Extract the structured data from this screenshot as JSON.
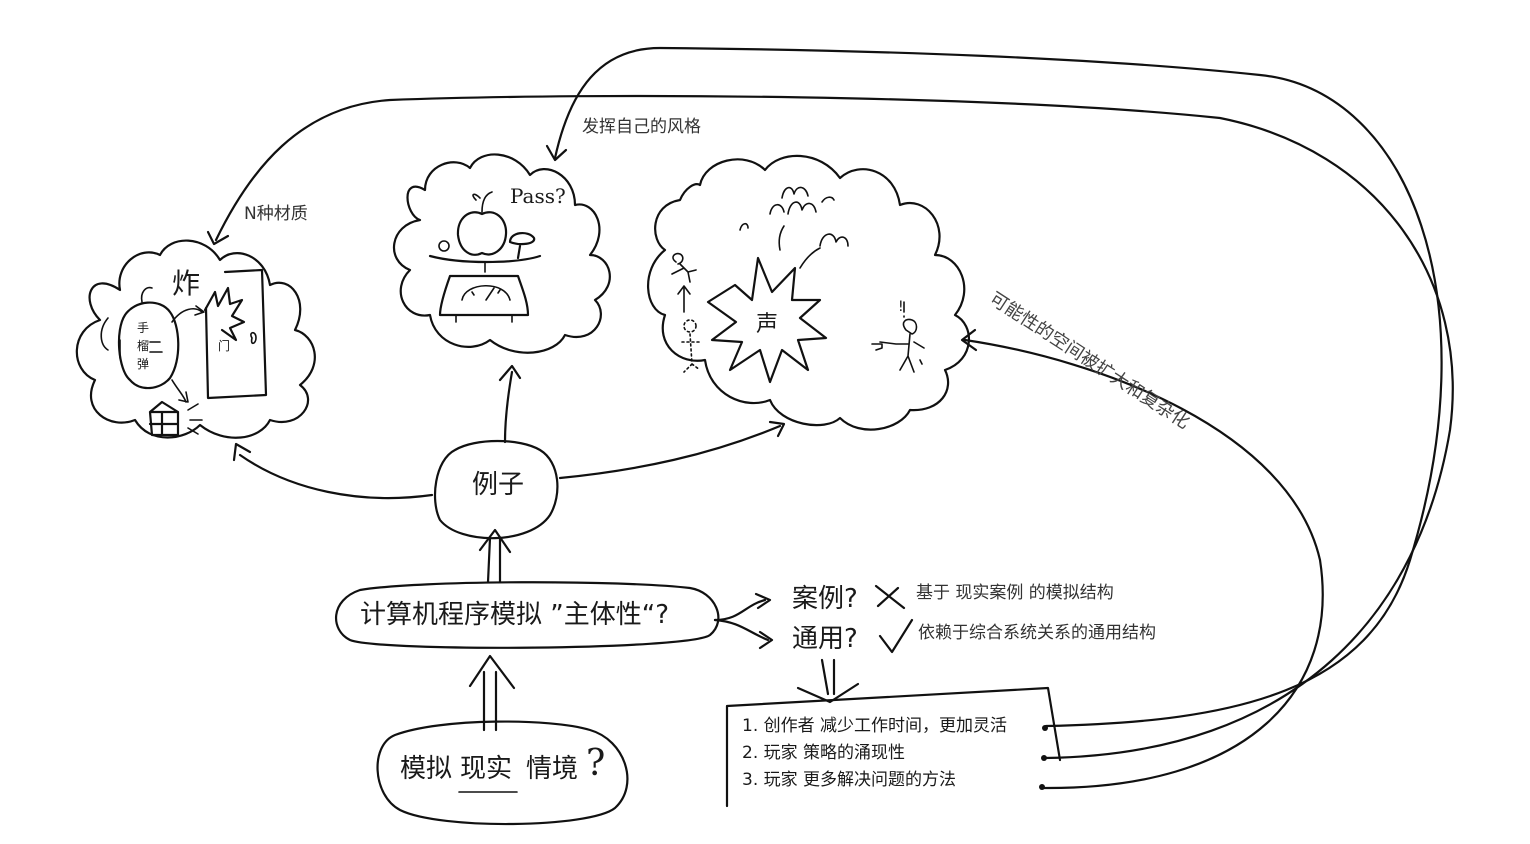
{
  "nodes": {
    "examples": "例子",
    "question": "计算机程序模拟 ”主体性“?",
    "reality": {
      "simulate": "模拟",
      "real": "现实",
      "situation": "情境",
      "qmark": "?"
    },
    "case": "案例?",
    "general": "通用?"
  },
  "annotations": {
    "style": "发挥自己的风格",
    "materials": "N种材质",
    "possibility": "可能性的空间被扩大和复杂化",
    "case_note": "基于 现实案例 的模拟结构",
    "general_note": "依赖于综合系统关系的通用结构"
  },
  "sketch_text": {
    "grenade": [
      "手",
      "榴",
      "弹"
    ],
    "explode": "炸",
    "door": "门",
    "pass": "Pass?",
    "sound": "声",
    "exclaim": "!"
  },
  "benefits": [
    "1. 创作者 减少工作时间，更加灵活",
    "2. 玩家 策略的涌现性",
    "3. 玩家 更多解决问题的方法"
  ]
}
